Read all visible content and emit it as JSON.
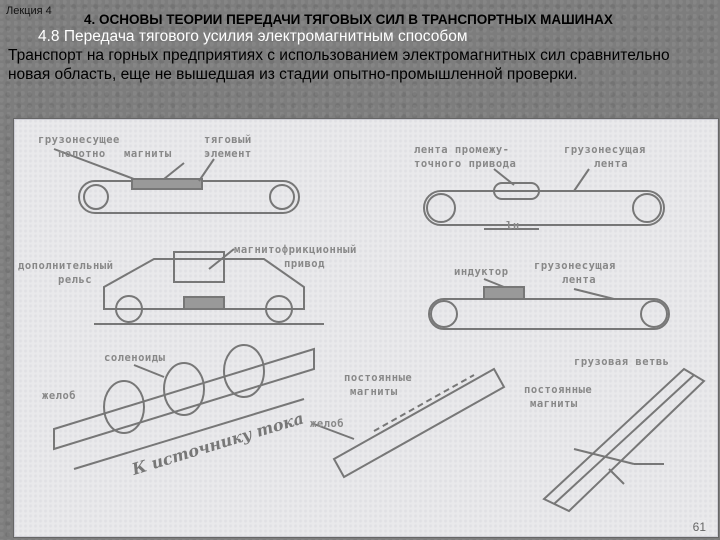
{
  "header": {
    "lecture": "Лекция 4",
    "title": "4. ОСНОВЫ ТЕОРИИ ПЕРЕДАЧИ ТЯГОВЫХ СИЛ В ТРАНСПОРТНЫХ МАШИНАХ",
    "subtitle": "4.8 Передача тягового усилия электромагнитным способом",
    "body": "Транспорт на горных предприятиях с использованием электромагнитных сил сравнительно новая область, еще не вышедшая из стадии опытно-промышленной проверки."
  },
  "figure": {
    "labels": {
      "l1a": "грузонесущее",
      "l1b": "полотно",
      "l2": "магниты",
      "l3a": "тяговый",
      "l3b": "элемент",
      "l4a": "лента промежу-",
      "l4b": "точного привода",
      "l5a": "грузонесущая",
      "l5b": "лента",
      "l6a": "магнитофрикционный",
      "l6b": "привод",
      "l7a": "дополнительный",
      "l7b": "рельс",
      "l8": "индуктор",
      "l9a": "грузонесущая",
      "l9b": "лента",
      "l10": "соленоиды",
      "l11": "желоб",
      "l12": "К источнику тока",
      "l13a": "постоянные",
      "l13b": "магниты",
      "l14": "желоб",
      "l15": "грузовая ветвь",
      "l16a": "постоянные",
      "l16b": "магниты",
      "dim": "lн"
    }
  },
  "page": {
    "number": "61"
  }
}
